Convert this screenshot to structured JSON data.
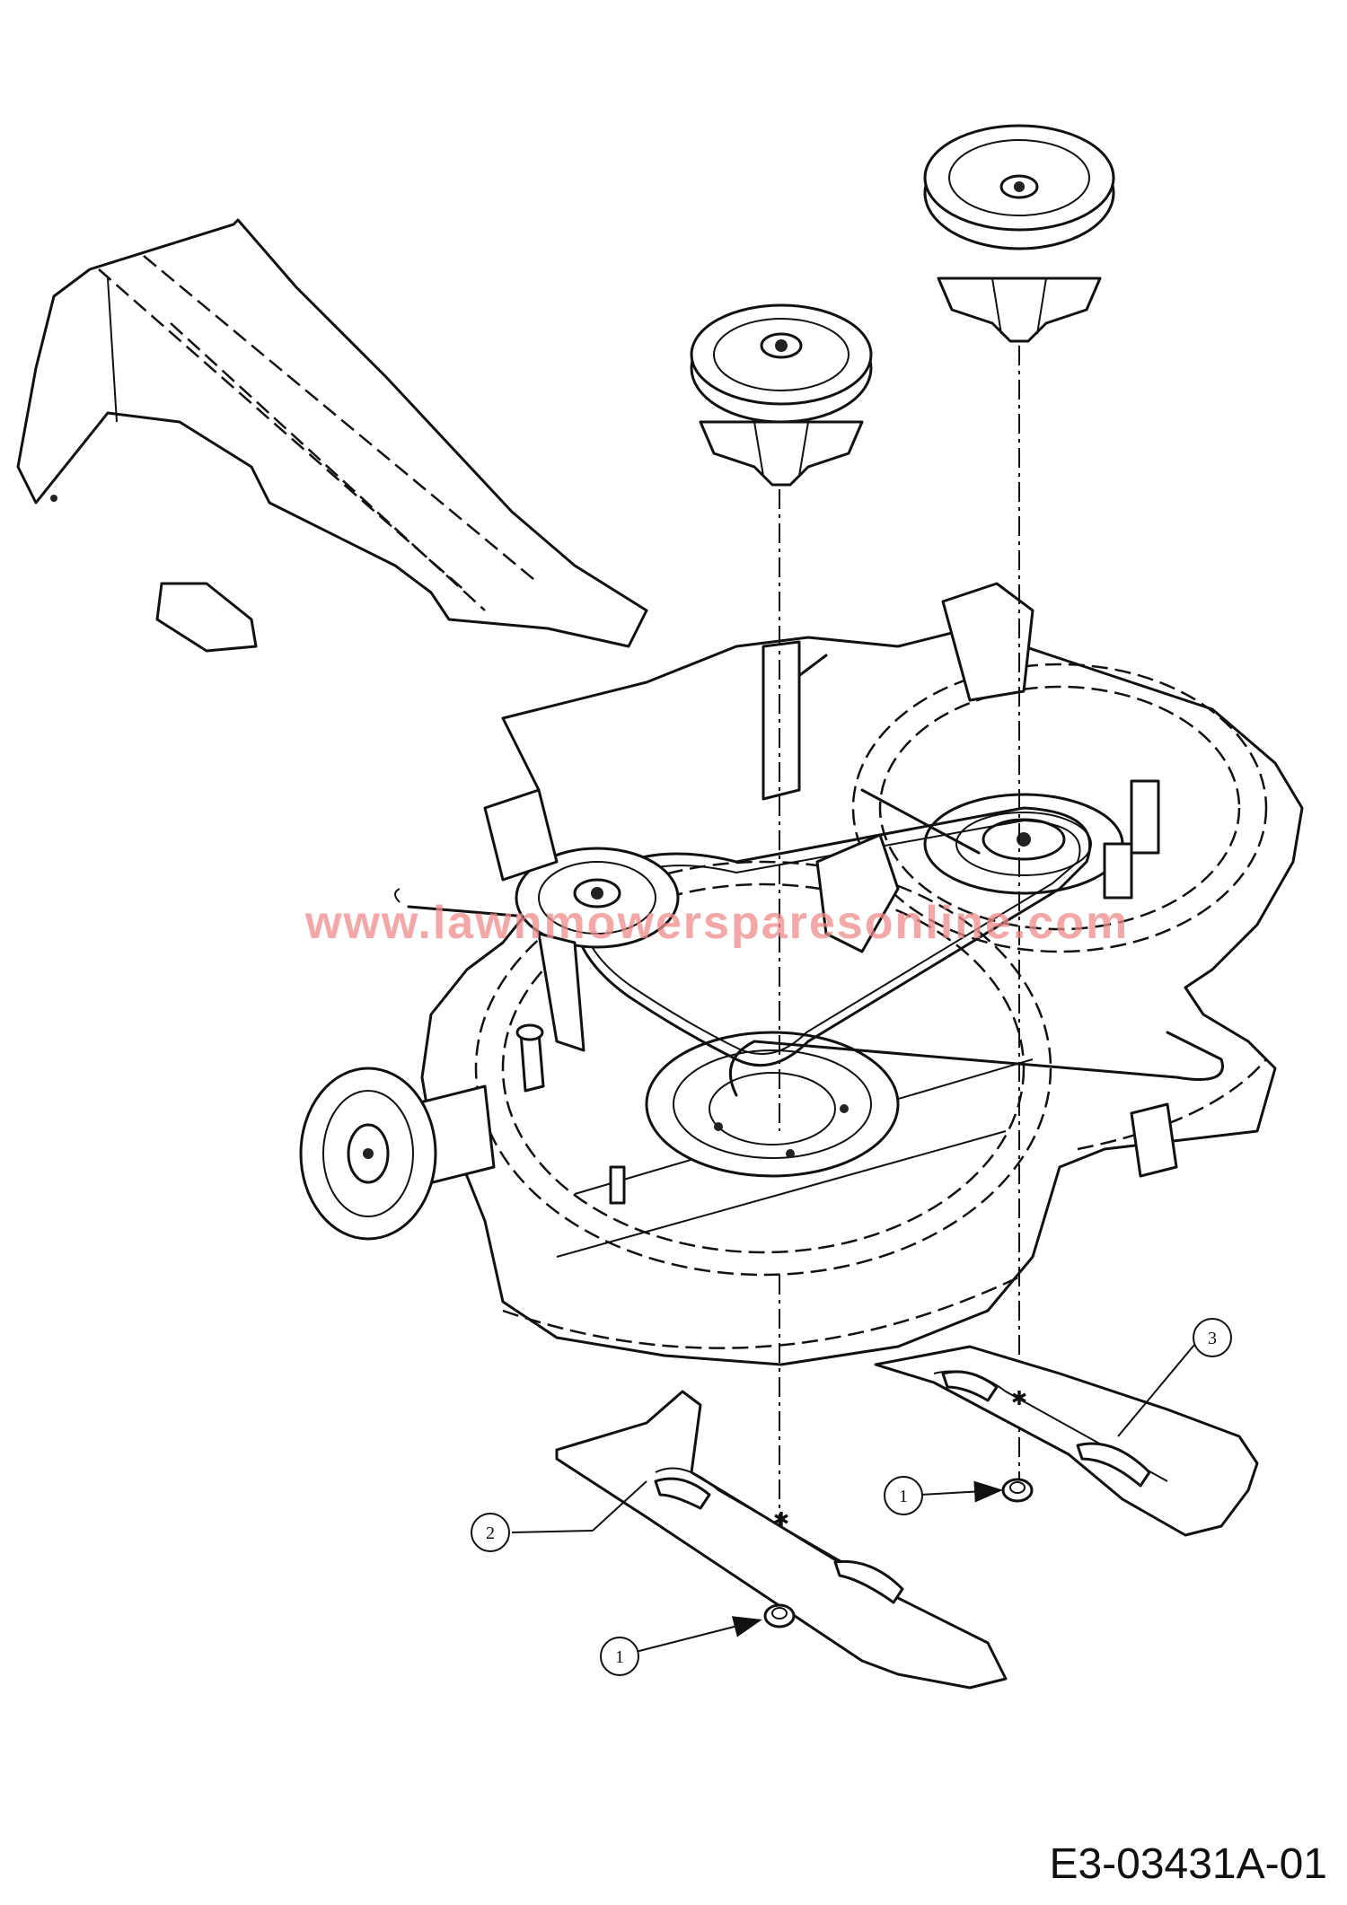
{
  "diagram": {
    "reference_code": "E3-03431A-01",
    "watermark": "www.lawnmowersparesonline.com",
    "callouts": [
      {
        "id": "callout-1a",
        "number": "1"
      },
      {
        "id": "callout-1b",
        "number": "1"
      },
      {
        "id": "callout-2",
        "number": "2"
      },
      {
        "id": "callout-3",
        "number": "3"
      }
    ]
  }
}
